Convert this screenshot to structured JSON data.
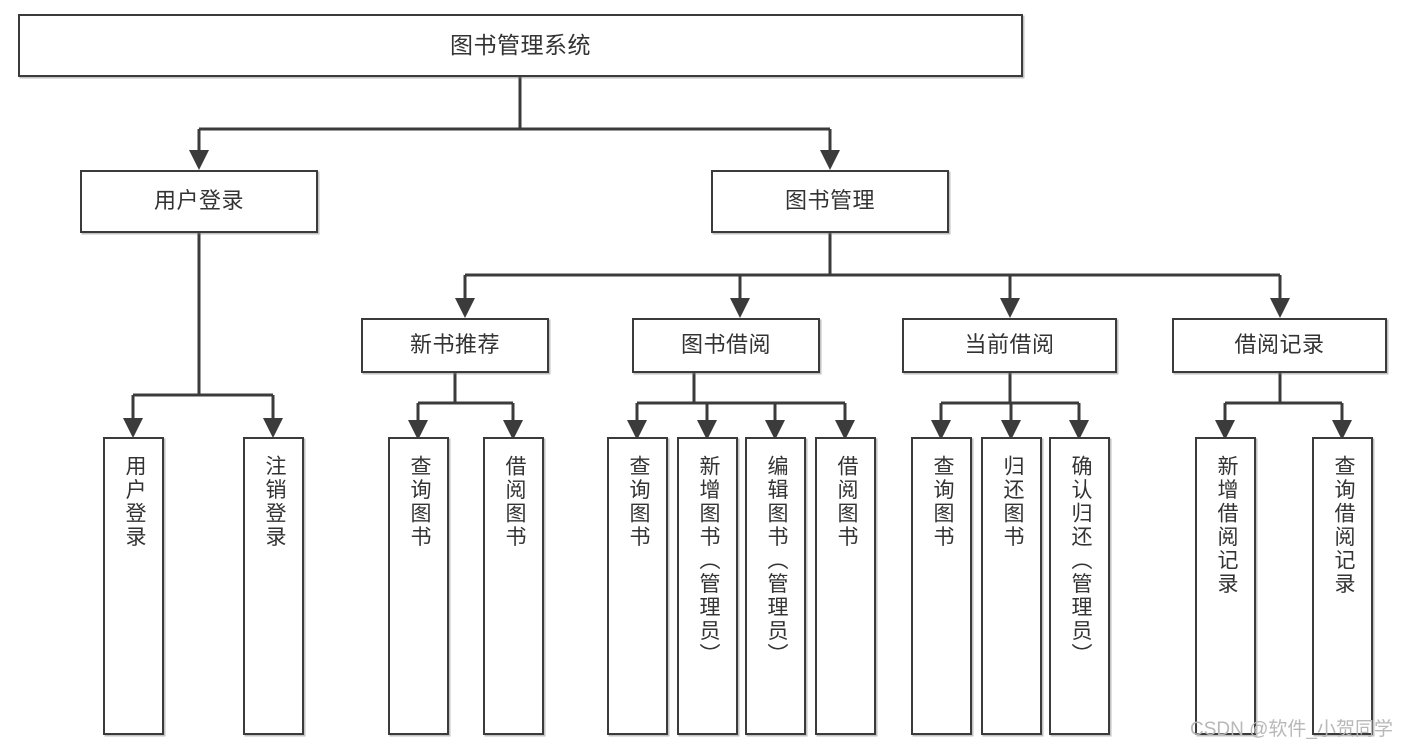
{
  "diagram": {
    "title": "图书管理系统",
    "type": "tree",
    "colors": {
      "background": "#ffffff",
      "border": "#3b3b3b",
      "text": "#333333",
      "watermark": "#b8b8b8"
    },
    "watermark": "CSDN @软件_小贺同学",
    "nodes": {
      "root": {
        "label": "图书管理系统"
      },
      "level2": [
        {
          "id": "user-login",
          "label": "用户登录"
        },
        {
          "id": "book-management",
          "label": "图书管理"
        }
      ],
      "level3": [
        {
          "id": "new-book-recommend",
          "label": "新书推荐"
        },
        {
          "id": "book-borrow",
          "label": "图书借阅"
        },
        {
          "id": "current-borrow",
          "label": "当前借阅"
        },
        {
          "id": "borrow-record",
          "label": "借阅记录"
        }
      ],
      "leaves": [
        {
          "id": "leaf-user-login",
          "label": "用户登录",
          "parent": "user-login"
        },
        {
          "id": "leaf-logout-login",
          "label": "注销登录",
          "parent": "user-login"
        },
        {
          "id": "leaf-query-book-1",
          "label": "查询图书",
          "parent": "new-book-recommend"
        },
        {
          "id": "leaf-borrow-book-1",
          "label": "借阅图书",
          "parent": "new-book-recommend"
        },
        {
          "id": "leaf-query-book-2",
          "label": "查询图书",
          "parent": "book-borrow"
        },
        {
          "id": "leaf-add-book",
          "label": "新增图书（管理员）",
          "parent": "book-borrow"
        },
        {
          "id": "leaf-edit-book",
          "label": "编辑图书（管理员）",
          "parent": "book-borrow"
        },
        {
          "id": "leaf-borrow-book-2",
          "label": "借阅图书",
          "parent": "book-borrow"
        },
        {
          "id": "leaf-query-book-3",
          "label": "查询图书",
          "parent": "current-borrow"
        },
        {
          "id": "leaf-return-book",
          "label": "归还图书",
          "parent": "current-borrow"
        },
        {
          "id": "leaf-confirm-return",
          "label": "确认归还（管理员）",
          "parent": "current-borrow"
        },
        {
          "id": "leaf-add-record",
          "label": "新增借阅记录",
          "parent": "borrow-record"
        },
        {
          "id": "leaf-query-record",
          "label": "查询借阅记录",
          "parent": "borrow-record"
        }
      ]
    }
  }
}
